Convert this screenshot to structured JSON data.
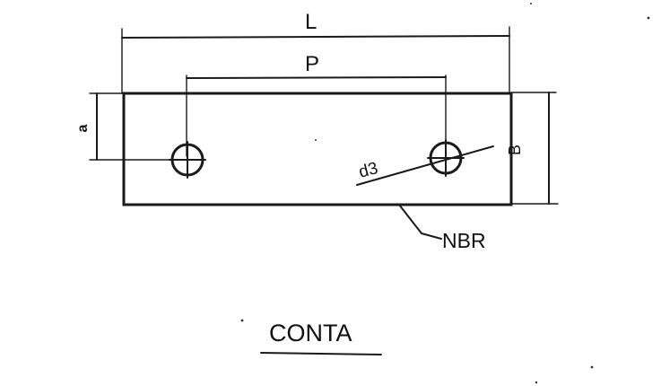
{
  "labels": {
    "length": "L",
    "pitch": "P",
    "width": "B",
    "edge_offset": "a",
    "hole_diameter": "d3",
    "material": "NBR",
    "part_name": "CONTA"
  }
}
